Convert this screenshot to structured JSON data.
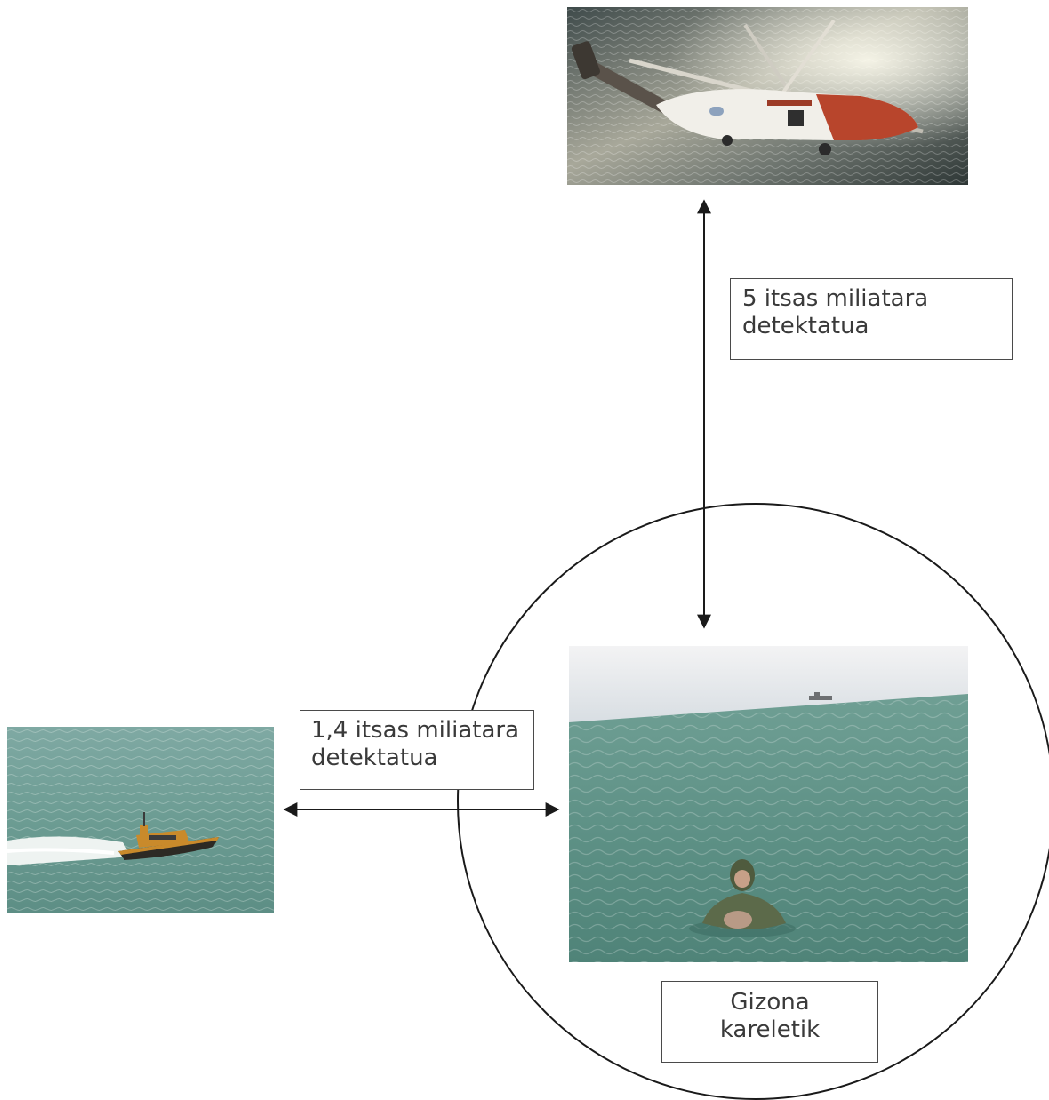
{
  "labels": {
    "helicopter_distance_line1": "5 itsas miliatara",
    "helicopter_distance_line2": "detektatua",
    "boat_distance_line1": "1,4 itsas miliatara",
    "boat_distance_line2": "detektatua",
    "person_line1": "Gizona",
    "person_line2": "kareletik"
  },
  "images": {
    "helicopter": "rescue-helicopter-photo",
    "boat": "pilot-boat-photo",
    "person": "person-in-water-photo"
  },
  "colors": {
    "line": "#1a1a1a",
    "sea_dark": "#4f8a84",
    "sea_light": "#8fb9b0",
    "sky": "#e9ecef",
    "helicopter_body": "#f4f4f2",
    "helicopter_stripe": "#b8452c",
    "boat_hull": "#2d2a24",
    "boat_cabin": "#c98a2b"
  }
}
